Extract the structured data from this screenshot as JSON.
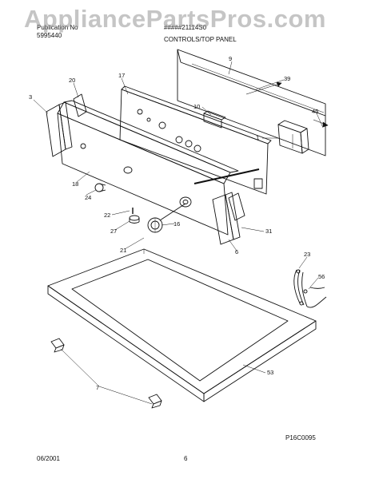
{
  "watermark": "AppliancePartsPros.com",
  "header": {
    "left_line1": "Publication No",
    "left_line2": "5995440",
    "model_text": "#####21114S0",
    "section_title": "CONTROLS/TOP PANEL"
  },
  "callouts": {
    "c1": "1",
    "c3": "3",
    "c6": "6",
    "c7": "7",
    "c9": "9",
    "c10": "10",
    "c16": "16",
    "c17": "17",
    "c18": "18",
    "c20": "20",
    "c21": "21",
    "c22": "22",
    "c23": "23",
    "c24": "24",
    "c27": "27",
    "c31": "31",
    "c39": "39",
    "c45": "45",
    "c53": "53",
    "c56": "56"
  },
  "figure_code": "P16C0095",
  "footer": {
    "date": "06/2001",
    "page": "6"
  },
  "colors": {
    "line": "#111111",
    "watermark": "#969696"
  }
}
